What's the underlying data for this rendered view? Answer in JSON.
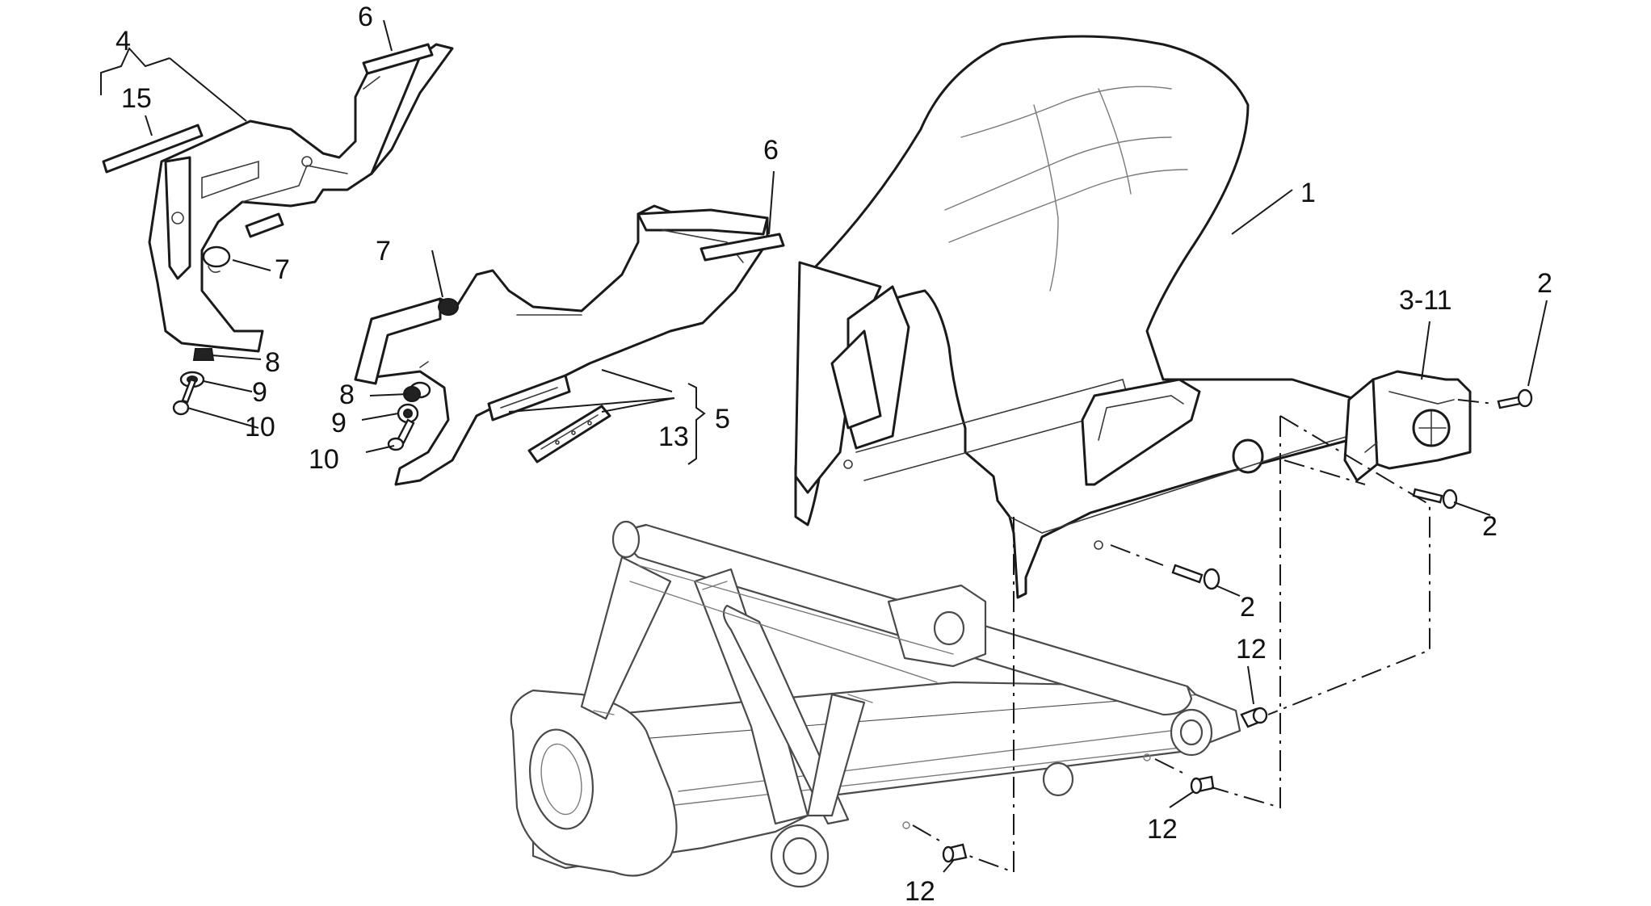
{
  "callouts": {
    "c1": "1",
    "c2a": "2",
    "c2b": "2",
    "c2c": "2",
    "c3_11": "3-11",
    "c4": "4",
    "c5": "5",
    "c6a": "6",
    "c6b": "6",
    "c7a": "7",
    "c7b": "7",
    "c8a": "8",
    "c8b": "8",
    "c9a": "9",
    "c9b": "9",
    "c10a": "10",
    "c10b": "10",
    "c12a": "12",
    "c12b": "12",
    "c12c": "12",
    "c13": "13",
    "c15": "15"
  }
}
